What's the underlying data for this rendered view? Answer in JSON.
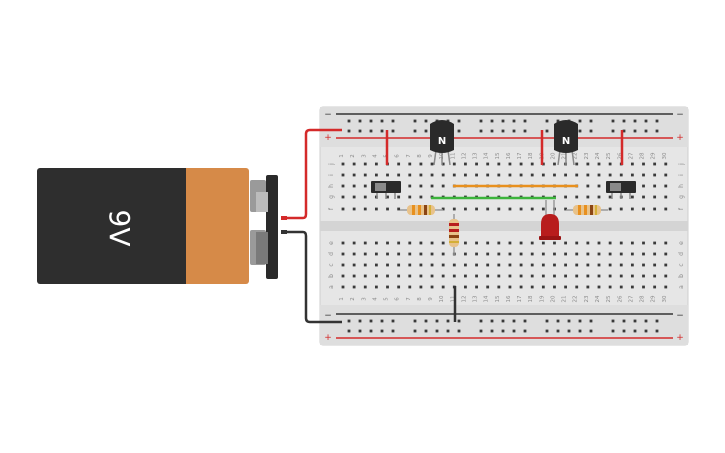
{
  "battery": {
    "label": "9V"
  },
  "breadboard": {
    "columns": 30,
    "column_numbers": [
      "1",
      "2",
      "3",
      "4",
      "5",
      "6",
      "7",
      "8",
      "9",
      "10",
      "11",
      "12",
      "13",
      "14",
      "15",
      "16",
      "17",
      "18",
      "19",
      "20",
      "21",
      "22",
      "23",
      "24",
      "25",
      "26",
      "27",
      "28",
      "29",
      "30"
    ],
    "top_row_letters": [
      "j",
      "i",
      "h",
      "g",
      "f"
    ],
    "mid_row_letters": [
      "e",
      "d",
      "c",
      "b",
      "a"
    ],
    "rail_plus": "+",
    "rail_minus": "−"
  },
  "components": {
    "transistor_1": {
      "label": "N"
    },
    "transistor_2": {
      "label": "N"
    }
  },
  "colors": {
    "wire_red": "#d42a2a",
    "wire_black": "#333333",
    "wire_orange": "#e8901e",
    "wire_green": "#3cb43c",
    "led_red": "#b81d1d",
    "battery_body": "#2e2e2e",
    "battery_cap": "#d68a48",
    "breadboard": "#e4e4e4"
  }
}
